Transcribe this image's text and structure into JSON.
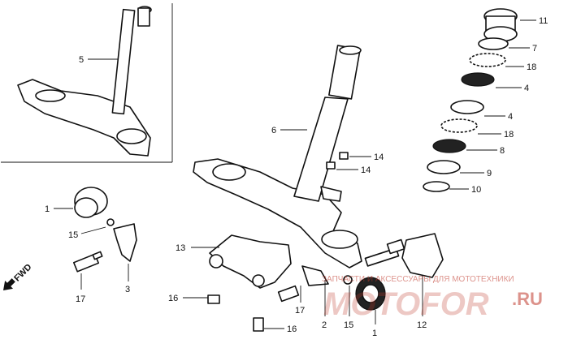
{
  "diagram": {
    "callouts": [
      {
        "id": "c5",
        "text": "5"
      },
      {
        "id": "c6",
        "text": "6"
      },
      {
        "id": "c11",
        "text": "11"
      },
      {
        "id": "c7",
        "text": "7"
      },
      {
        "id": "c18a",
        "text": "18"
      },
      {
        "id": "c4a",
        "text": "4"
      },
      {
        "id": "c4b",
        "text": "4"
      },
      {
        "id": "c18b",
        "text": "18"
      },
      {
        "id": "c8",
        "text": "8"
      },
      {
        "id": "c9",
        "text": "9"
      },
      {
        "id": "c10",
        "text": "10"
      },
      {
        "id": "c14a",
        "text": "14"
      },
      {
        "id": "c14b",
        "text": "14"
      },
      {
        "id": "c1a",
        "text": "1"
      },
      {
        "id": "c15a",
        "text": "15"
      },
      {
        "id": "c3",
        "text": "3"
      },
      {
        "id": "c17a",
        "text": "17"
      },
      {
        "id": "c13",
        "text": "13"
      },
      {
        "id": "c16a",
        "text": "16"
      },
      {
        "id": "c17b",
        "text": "17"
      },
      {
        "id": "c16b",
        "text": "16"
      },
      {
        "id": "c2",
        "text": "2"
      },
      {
        "id": "c15b",
        "text": "15"
      },
      {
        "id": "c1b",
        "text": "1"
      },
      {
        "id": "c12",
        "text": "12"
      }
    ],
    "direction_label": "FWD",
    "watermark": {
      "subtitle": "ЗАПЧАСТИ И АКСЕССУАРЫ ДЛЯ МОТОТЕХНИКИ",
      "brand": "MOTOFOR",
      "domain": ".RU"
    },
    "colors": {
      "ink": "#111111",
      "watermark": "#c0392b",
      "paper": "#ffffff"
    }
  }
}
